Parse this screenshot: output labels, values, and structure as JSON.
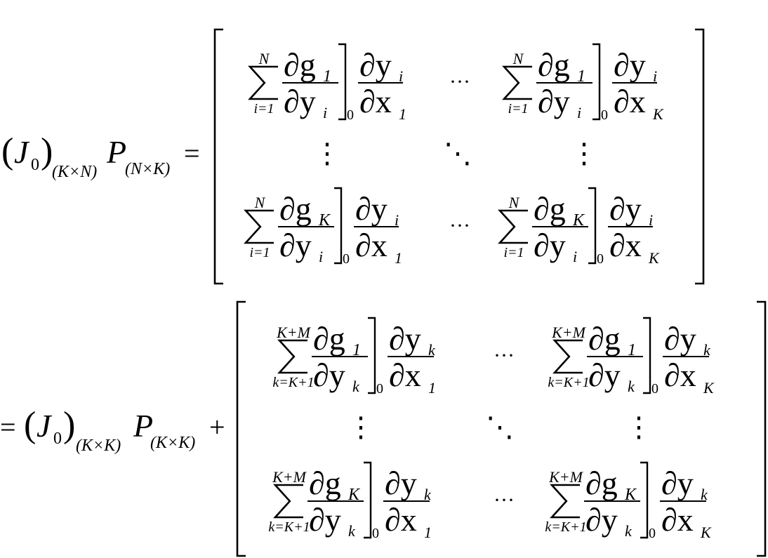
{
  "equation": {
    "line1": {
      "lhs": {
        "lparen": "(",
        "J": "J",
        "J_sub": "0",
        "rparen": ")",
        "dim1": "(K×N)",
        "P": "P",
        "dim2": "(N×K)",
        "eq": "="
      },
      "matrix": {
        "rows": [
          {
            "left": {
              "sum_top": "N",
              "sum_bot": "i=1",
              "num": "∂g",
              "num_sub": "1",
              "den": "∂y",
              "den_sub": "i",
              "zero": "0",
              "r_num": "∂y",
              "r_num_sub": "i",
              "r_den": "∂x",
              "r_den_sub": "1"
            },
            "dots": "···",
            "right": {
              "sum_top": "N",
              "sum_bot": "i=1",
              "num": "∂g",
              "num_sub": "1",
              "den": "∂y",
              "den_sub": "i",
              "zero": "0",
              "r_num": "∂y",
              "r_num_sub": "i",
              "r_den": "∂x",
              "r_den_sub": "K"
            }
          },
          {
            "left": {
              "sum_top": "N",
              "sum_bot": "i=1",
              "num": "∂g",
              "num_sub": "K",
              "den": "∂y",
              "den_sub": "i",
              "zero": "0",
              "r_num": "∂y",
              "r_num_sub": "i",
              "r_den": "∂x",
              "r_den_sub": "1"
            },
            "dots": "···",
            "right": {
              "sum_top": "N",
              "sum_bot": "i=1",
              "num": "∂g",
              "num_sub": "K",
              "den": "∂y",
              "den_sub": "i",
              "zero": "0",
              "r_num": "∂y",
              "r_num_sub": "i",
              "r_den": "∂x",
              "r_den_sub": "K"
            }
          }
        ],
        "vdots": "⋮",
        "ddots": "⋱"
      }
    },
    "line2": {
      "lhs": {
        "eq": "=",
        "lparen": "(",
        "J": "J",
        "J_sub": "0",
        "rparen": ")",
        "dim1": "(K×K)",
        "P": "P",
        "dim2": "(K×K)",
        "plus": "+"
      },
      "matrix": {
        "rows": [
          {
            "left": {
              "sum_top": "K+M",
              "sum_bot": "k=K+1",
              "num": "∂g",
              "num_sub": "1",
              "den": "∂y",
              "den_sub": "k",
              "zero": "0",
              "r_num": "∂y",
              "r_num_sub": "k",
              "r_den": "∂x",
              "r_den_sub": "1"
            },
            "dots": "···",
            "right": {
              "sum_top": "K+M",
              "sum_bot": "k=K+1",
              "num": "∂g",
              "num_sub": "1",
              "den": "∂y",
              "den_sub": "k",
              "zero": "0",
              "r_num": "∂y",
              "r_num_sub": "k",
              "r_den": "∂x",
              "r_den_sub": "K"
            }
          },
          {
            "left": {
              "sum_top": "K+M",
              "sum_bot": "k=K+1",
              "num": "∂g",
              "num_sub": "K",
              "den": "∂y",
              "den_sub": "k",
              "zero": "0",
              "r_num": "∂y",
              "r_num_sub": "k",
              "r_den": "∂x",
              "r_den_sub": "1"
            },
            "dots": "···",
            "right": {
              "sum_top": "K+M",
              "sum_bot": "k=K+1",
              "num": "∂g",
              "num_sub": "K",
              "den": "∂y",
              "den_sub": "k",
              "zero": "0",
              "r_num": "∂y",
              "r_num_sub": "k",
              "r_den": "∂x",
              "r_den_sub": "K"
            }
          }
        ],
        "vdots": "⋮",
        "ddots": "⋱"
      }
    }
  }
}
